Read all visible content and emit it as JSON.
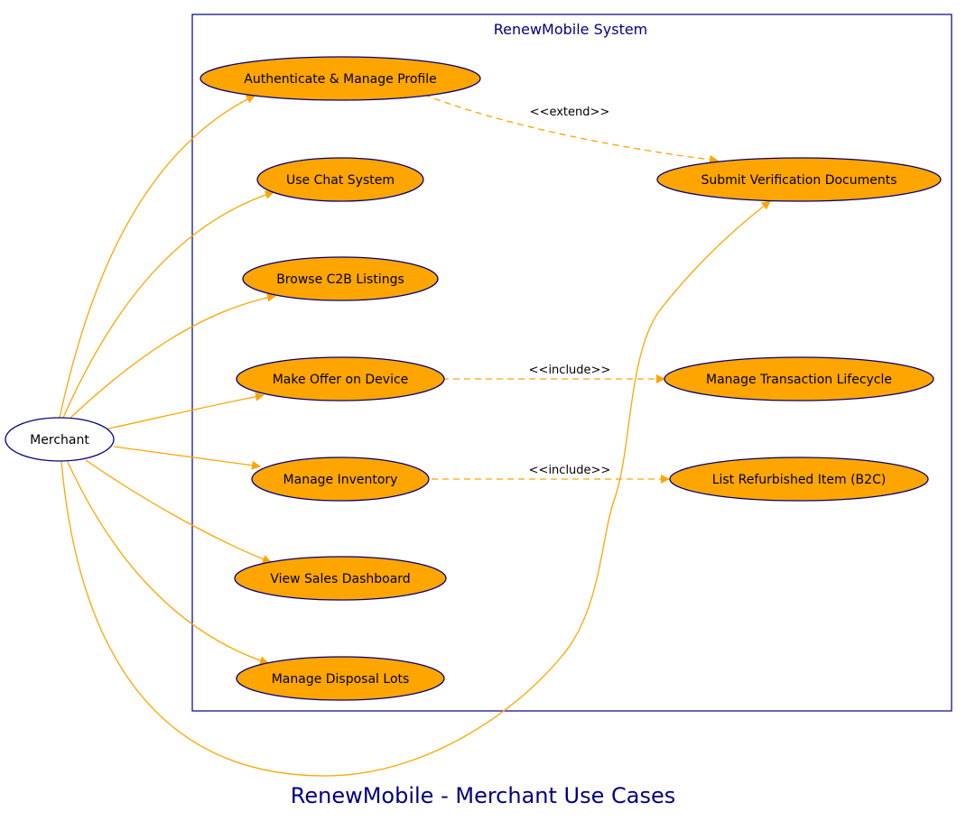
{
  "title": "RenewMobile - Merchant Use Cases",
  "system": {
    "name": "RenewMobile System"
  },
  "actor": {
    "name": "Merchant"
  },
  "use_cases": {
    "auth": "Authenticate & Manage Profile",
    "chat": "Use Chat System",
    "browse": "Browse C2B Listings",
    "offer": "Make Offer on Device",
    "inventory": "Manage Inventory",
    "dashboard": "View Sales Dashboard",
    "disposal": "Manage Disposal Lots",
    "verify": "Submit Verification Documents",
    "transaction": "Manage Transaction Lifecycle",
    "b2c": "List Refurbished Item (B2C)"
  },
  "relations": {
    "extend": "<<extend>>",
    "include_1": "<<include>>",
    "include_2": "<<include>>"
  },
  "colors": {
    "use_case_fill": "#FFA500",
    "outline": "#000080",
    "edge": "#FFA500",
    "text": "#000000"
  }
}
